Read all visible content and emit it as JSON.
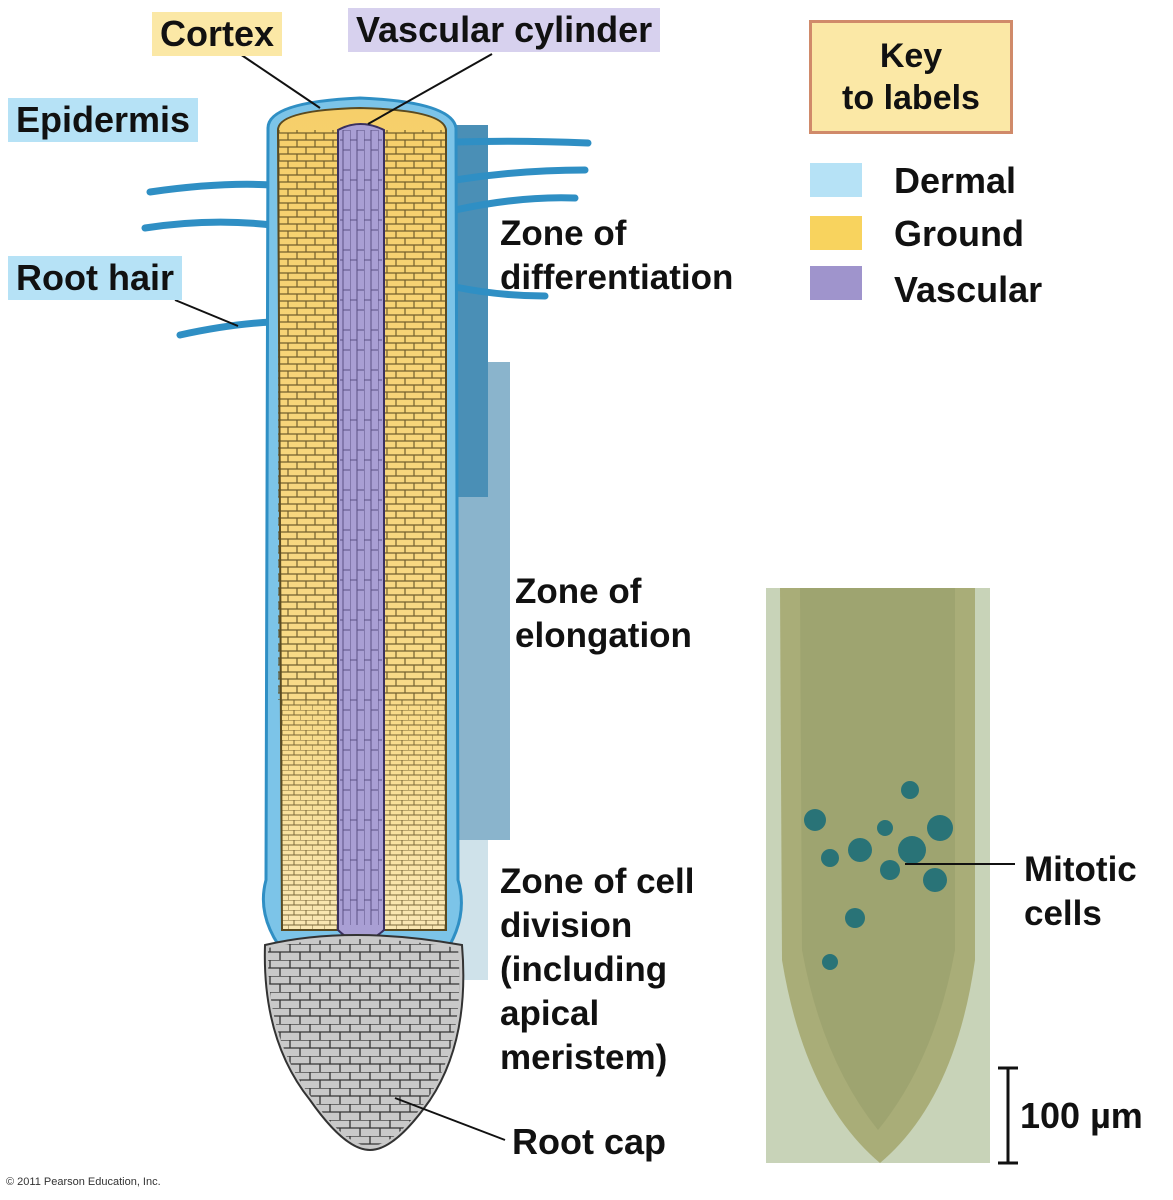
{
  "labels": {
    "cortex": "Cortex",
    "vascular_cylinder": "Vascular cylinder",
    "epidermis": "Epidermis",
    "root_hair": "Root hair",
    "zone_differentiation": "Zone of\ndifferentiation",
    "zone_elongation": "Zone of\nelongation",
    "zone_division": "Zone of cell\ndivision\n(including\napical\nmeristem)",
    "root_cap": "Root cap",
    "mitotic_cells": "Mitotic\ncells",
    "scale": "100 µm",
    "copyright": "© 2011 Pearson Education, Inc."
  },
  "key": {
    "title_line1": "Key",
    "title_line2": "to labels",
    "items": [
      {
        "label": "Dermal",
        "color": "#b6e2f6"
      },
      {
        "label": "Ground",
        "color": "#f8d35e"
      },
      {
        "label": "Vascular",
        "color": "#9f94cc"
      }
    ]
  },
  "colors": {
    "dermal": "#b6e2f6",
    "epidermis_blue": "#4aa8d8",
    "ground": "#f6cf6a",
    "vascular": "#a99fd4",
    "root_cap": "#c9c9c9",
    "zone_differentiation": "#4a8fb6",
    "zone_elongation": "#8ab4cc",
    "zone_division": "#cfe2ea",
    "label_yellow": "#fbe8a6",
    "label_purple": "#d7d1ee"
  }
}
